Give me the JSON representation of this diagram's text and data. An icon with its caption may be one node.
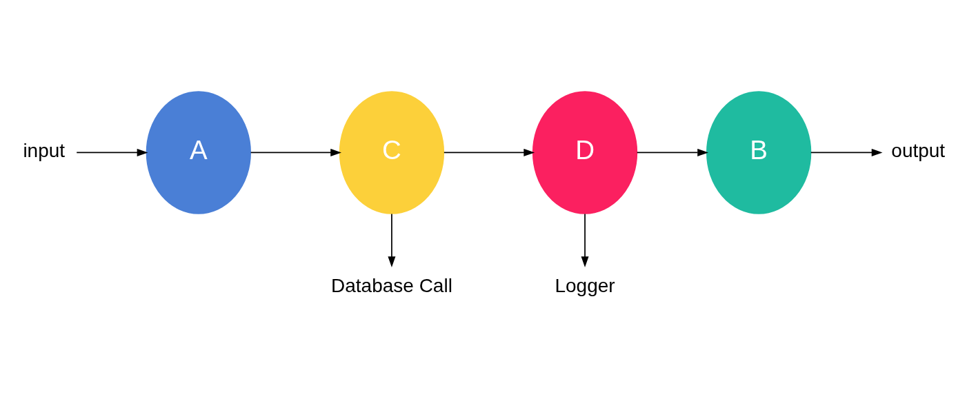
{
  "diagram": {
    "nodes": [
      {
        "text": [
          "input"
        ]
      },
      {
        "text": [
          "A"
        ]
      },
      {
        "text": [
          "C"
        ]
      },
      {
        "text": [
          "D"
        ]
      },
      {
        "text": [
          "B"
        ]
      },
      {
        "text": [
          "output"
        ]
      },
      {
        "text": [
          "Database Call"
        ]
      },
      {
        "text": [
          "Logger"
        ]
      }
    ],
    "edges": [
      {
        "from": 0,
        "to": 1,
        "arrow": "to"
      },
      {
        "from": 1,
        "to": 2,
        "arrow": "to"
      },
      {
        "from": 2,
        "to": 3,
        "arrow": "to"
      },
      {
        "from": 3,
        "to": 4,
        "arrow": "to"
      },
      {
        "from": 4,
        "to": 5,
        "arrow": "to"
      },
      {
        "from": 2,
        "to": 6,
        "arrow": "to"
      },
      {
        "from": 3,
        "to": 7,
        "arrow": "to"
      }
    ]
  }
}
